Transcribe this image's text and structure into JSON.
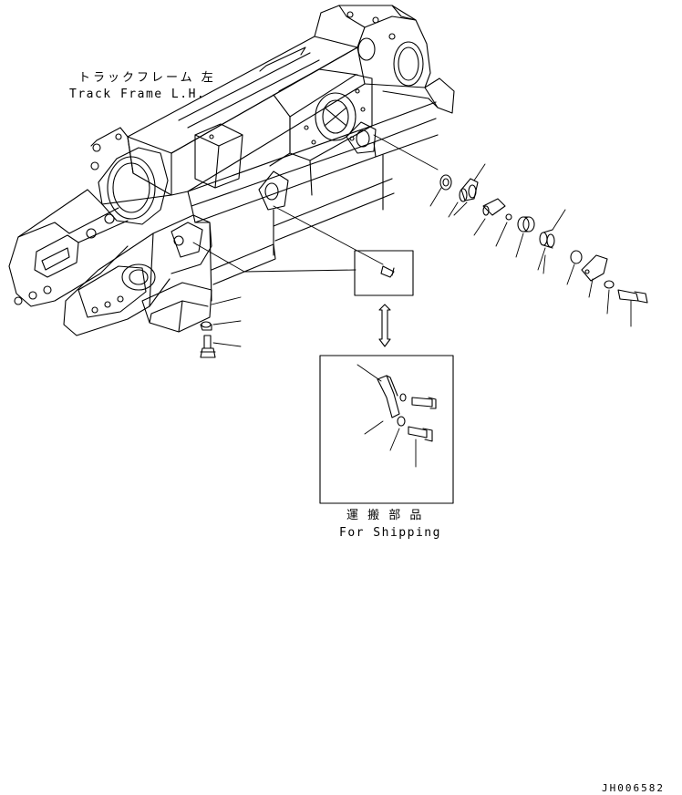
{
  "labels": {
    "assembly_jp": "トラックフレーム 左",
    "assembly_en": "Track Frame L.H.",
    "shipping_jp": "運 搬 部 品",
    "shipping_en": "For Shipping",
    "drawing_number": "JH006582"
  }
}
